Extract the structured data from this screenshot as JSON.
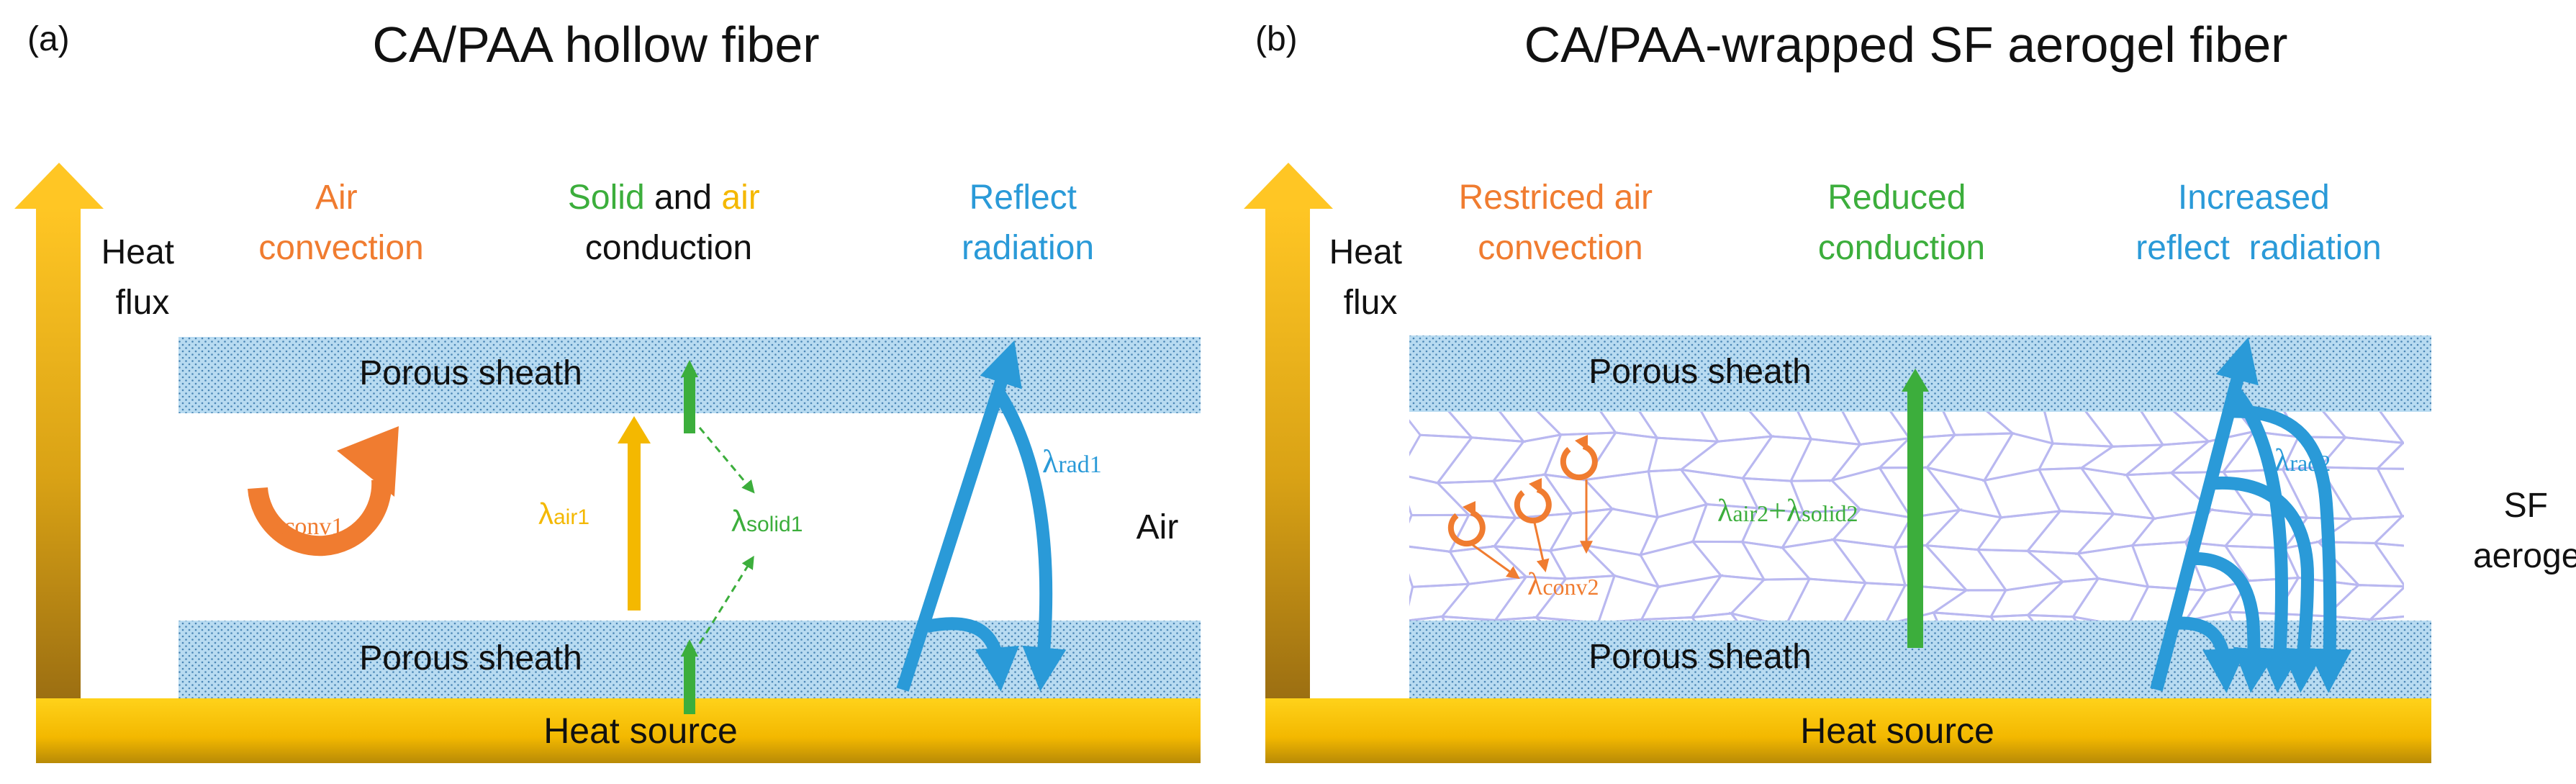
{
  "panel_a": {
    "label": "(a)",
    "title": "CA/PAA hollow fiber",
    "heat_flux": [
      "Heat",
      "flux"
    ],
    "air_convection": [
      "Air",
      "convection"
    ],
    "conduction_line1_a": "Solid",
    "conduction_line1_b": " and ",
    "conduction_line1_c": "air",
    "conduction_line2": "conduction",
    "radiation": [
      "Reflect",
      "radiation"
    ],
    "sheath_top": "Porous sheath",
    "sheath_bottom": "Porous sheath",
    "heat_source": "Heat source",
    "air_label": "Air",
    "lambda_conv": {
      "symbol": "λ",
      "sub": "conv1"
    },
    "lambda_air": {
      "symbol": "λ",
      "sub": "air1"
    },
    "lambda_solid": {
      "symbol": "λ",
      "sub": "solid1"
    },
    "lambda_rad": {
      "symbol": "λ",
      "sub": "rad1"
    }
  },
  "panel_b": {
    "label": "(b)",
    "title": "CA/PAA-wrapped SF aerogel fiber",
    "heat_flux": [
      "Heat",
      "flux"
    ],
    "air_convection": [
      "Restriced air",
      "convection"
    ],
    "conduction": [
      "Reduced",
      "conduction"
    ],
    "radiation": [
      "Increased",
      "reflect  radiation"
    ],
    "sheath_top": "Porous sheath",
    "sheath_bottom": "Porous sheath",
    "heat_source": "Heat source",
    "aerogel_label": [
      "SF",
      "aerogel"
    ],
    "lambda_conv": {
      "symbol": "λ",
      "sub": "conv2"
    },
    "lambda_cond": {
      "symbol1": "λ",
      "sub1": "air2",
      "plus": "+",
      "symbol2": "λ",
      "sub2": "solid2"
    },
    "lambda_rad": {
      "symbol": "λ",
      "sub": "rad2"
    }
  },
  "colors": {
    "orange": "#f07c30",
    "green": "#3cae3c",
    "yellow": "#f4b800",
    "blue": "#2a9ad8",
    "sheath": "#b6d9f0",
    "aerogel_line": "#b9b8f0"
  }
}
